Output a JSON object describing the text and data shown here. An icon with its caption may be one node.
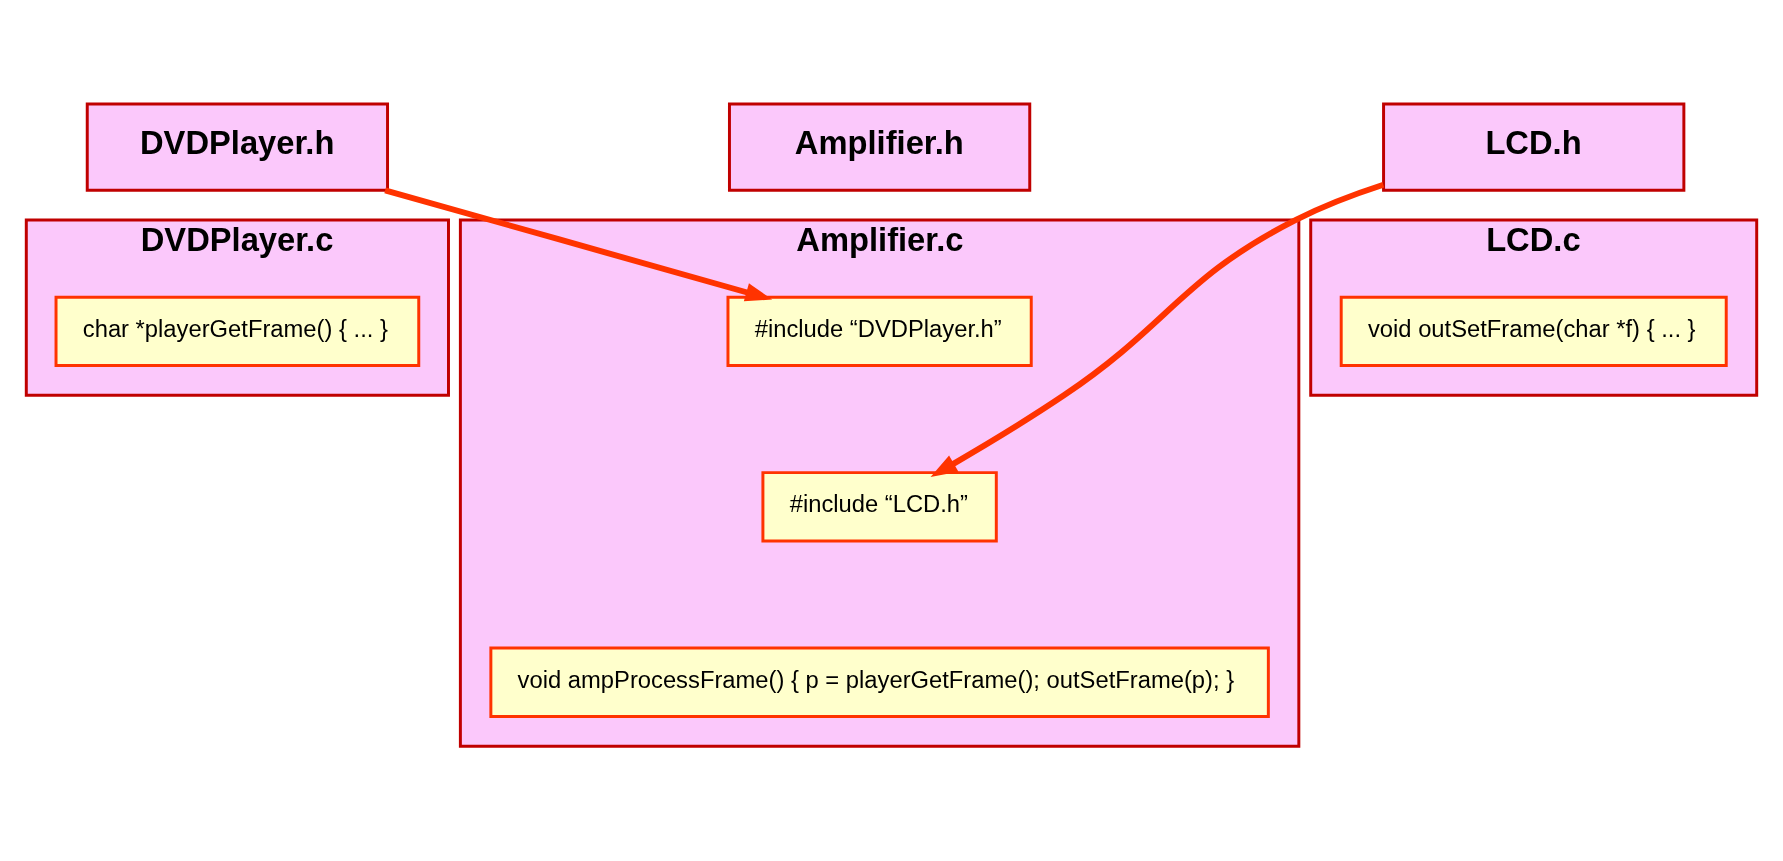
{
  "diagram": {
    "nodes": [
      {
        "text": [
          "DVDPlayer.h"
        ]
      },
      {
        "text": [
          "Amplifier.h"
        ]
      },
      {
        "text": [
          "LCD.h"
        ]
      },
      {
        "text": [
          "DVDPlayer.c"
        ]
      },
      {
        "text": [
          "char *playerGetFrame() { ... }"
        ],
        "in": 3
      },
      {
        "text": [
          "Amplifier.c"
        ]
      },
      {
        "text": [
          "#include “DVDPlayer.h”"
        ],
        "in": 5
      },
      {
        "text": [
          "#include “LCD.h”"
        ],
        "in": 5
      },
      {
        "text": [
          "void ampProcessFrame() { p = playerGetFrame(); outSetFrame(p); }"
        ],
        "in": 5
      },
      {
        "text": [
          "LCD.c"
        ]
      },
      {
        "text": [
          "void outSetFrame(char *f) { ... }"
        ],
        "in": 9
      }
    ],
    "edges": [
      {
        "from": 0,
        "to": 6,
        "arrow": "to"
      },
      {
        "from": 2,
        "to": 7,
        "arrow": "to"
      }
    ]
  }
}
